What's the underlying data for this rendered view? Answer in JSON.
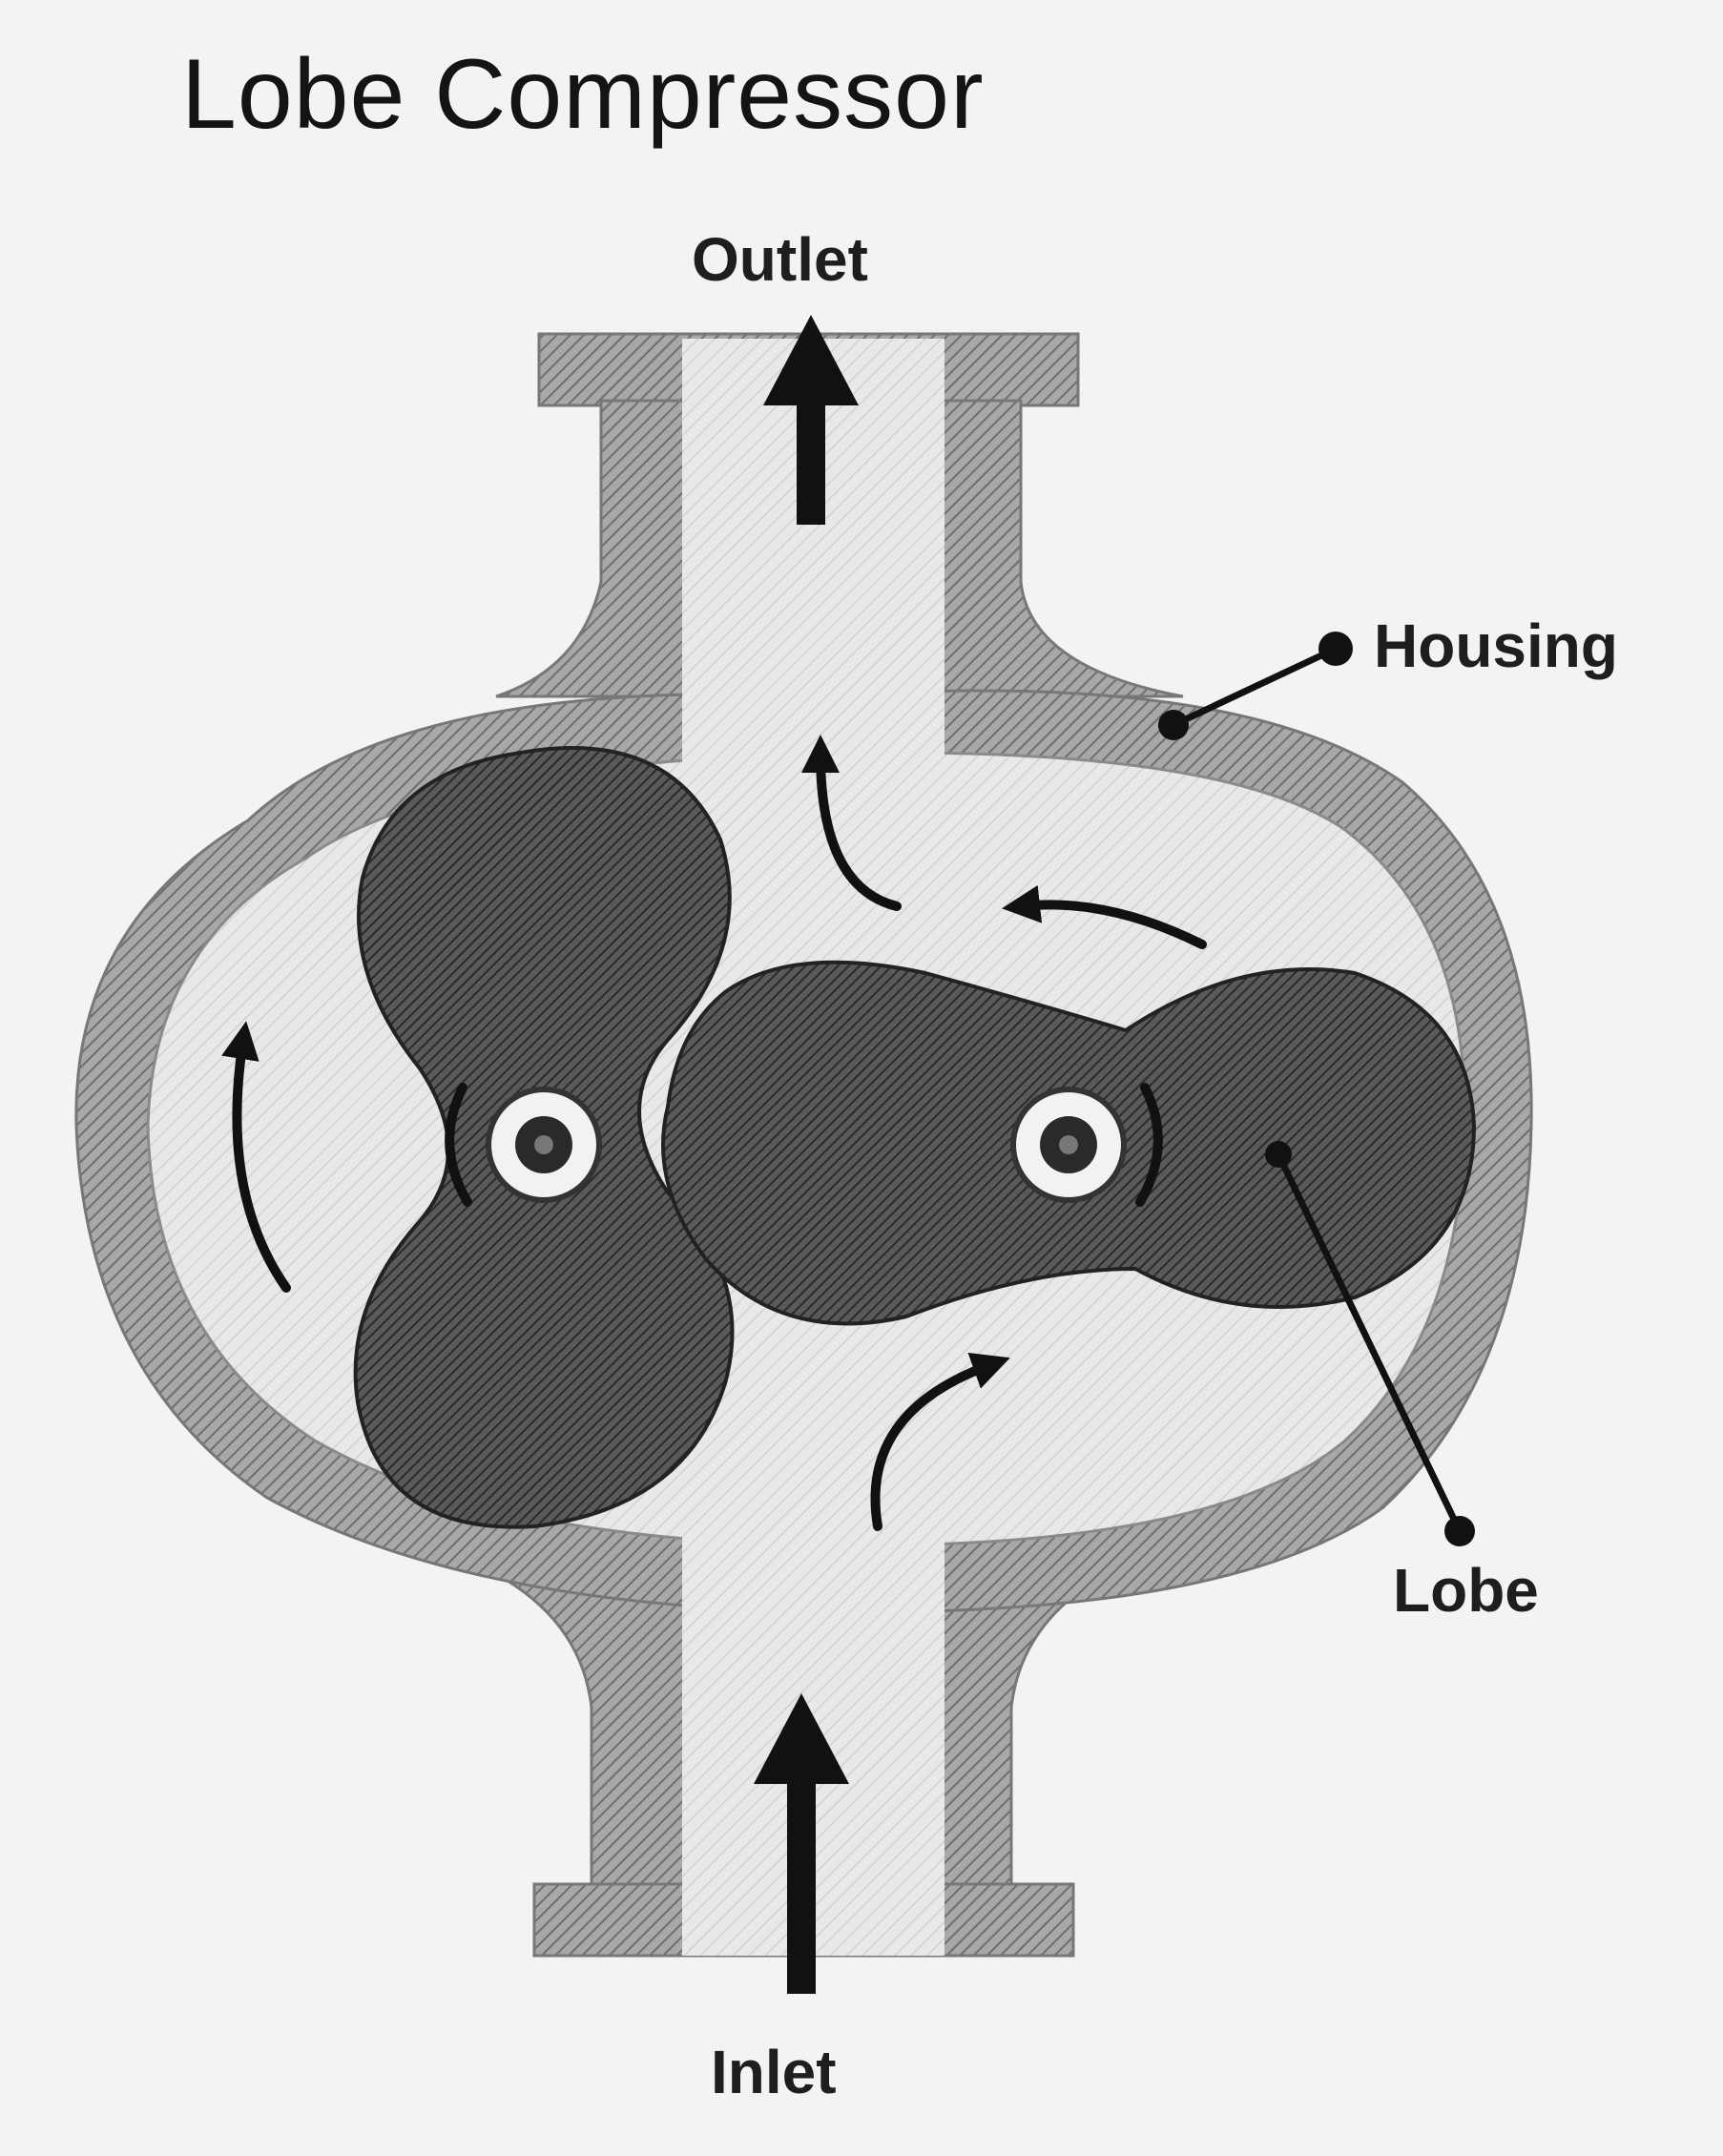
{
  "title": "Lobe Compressor",
  "labels": {
    "outlet": "Outlet",
    "housing": "Housing",
    "lobe": "Lobe",
    "inlet": "Inlet"
  },
  "colors": {
    "background": "#f3f3f1",
    "housing": "#9a9a9a",
    "cavity": "#e6e6e6",
    "lobe_dark": "#4a4a4a",
    "lobe_right": "#5a5a5a",
    "ink": "#111111"
  }
}
